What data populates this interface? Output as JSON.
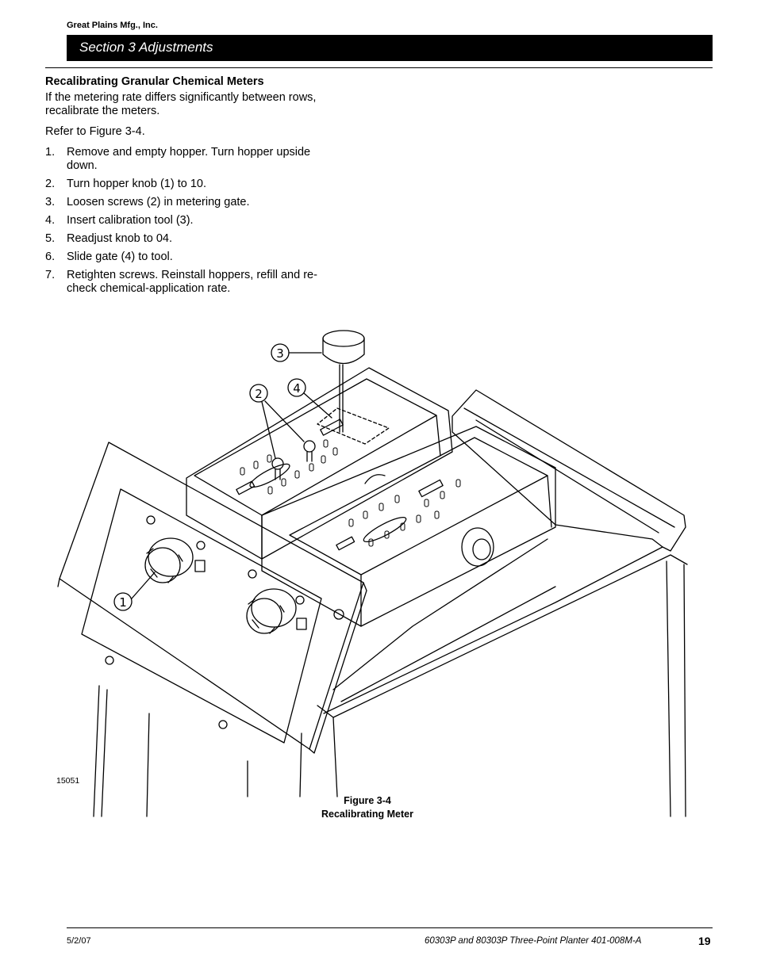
{
  "header": {
    "company": "Great Plains Mfg., Inc.",
    "section": "Section 3 Adjustments"
  },
  "content": {
    "heading": "Recalibrating Granular Chemical Meters",
    "intro": "If the metering rate differs significantly between rows, recalibrate the meters.",
    "refer": "Refer to Figure 3-4.",
    "steps": [
      {
        "num": "1.",
        "text": "Remove and empty hopper. Turn hopper upside down."
      },
      {
        "num": "2.",
        "text": "Turn hopper knob (1) to 10."
      },
      {
        "num": "3.",
        "text": "Loosen screws (2) in metering gate."
      },
      {
        "num": "4.",
        "text": "Insert calibration tool (3)."
      },
      {
        "num": "5.",
        "text": "Readjust knob to 04."
      },
      {
        "num": "6.",
        "text": "Slide gate (4) to tool."
      },
      {
        "num": "7.",
        "text": "Retighten screws. Reinstall hoppers, refill and re-check chemical-application rate."
      }
    ]
  },
  "figure": {
    "number": "15051",
    "title": "Figure 3-4",
    "subtitle": "Recalibrating Meter",
    "callouts": [
      "1",
      "2",
      "3",
      "4"
    ]
  },
  "footer": {
    "date": "5/2/07",
    "doc_title": "60303P and 80303P Three-Point Planter   401-008M-A",
    "page": "19"
  }
}
